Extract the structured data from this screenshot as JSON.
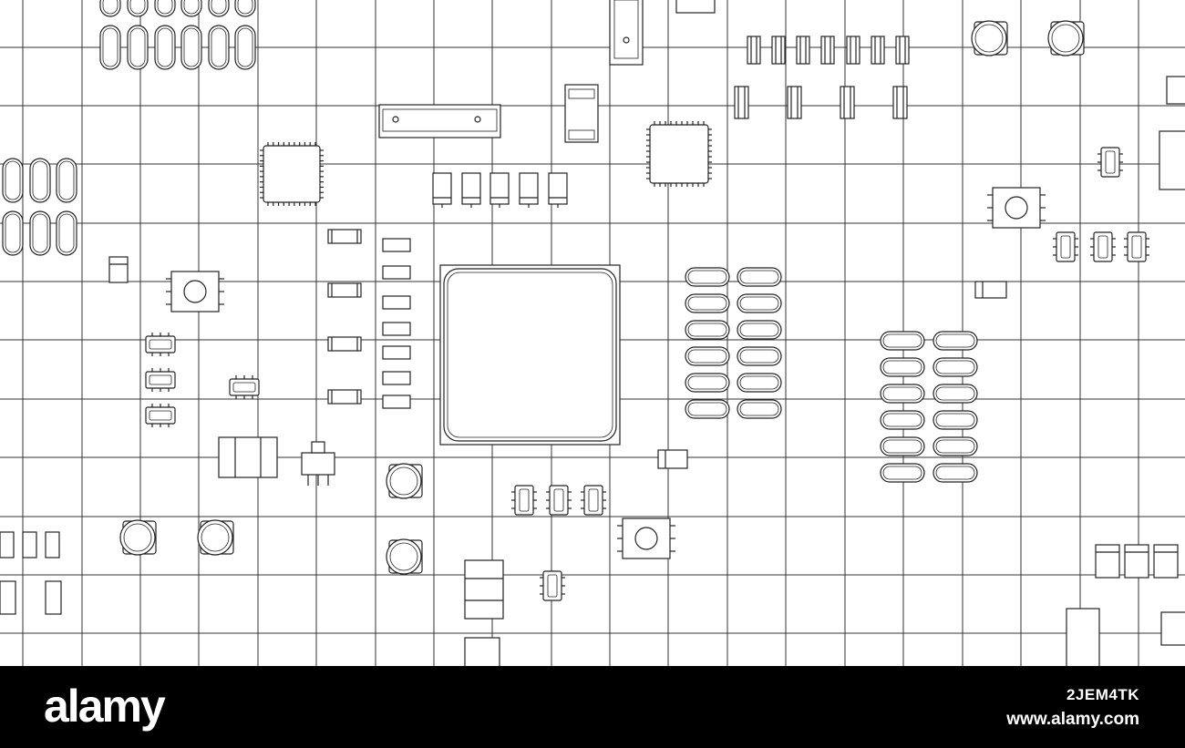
{
  "watermark": {
    "logo_text": "alamy",
    "image_id": "2JEM4TK",
    "site": "www.alamy.com"
  },
  "colors": {
    "background": "#ffffff",
    "line": "#222222",
    "footer": "#000000",
    "footer_text": "#ffffff"
  },
  "illustration": {
    "subject": "circuit-board-wireframe",
    "style": "black outline on white with square grid"
  }
}
